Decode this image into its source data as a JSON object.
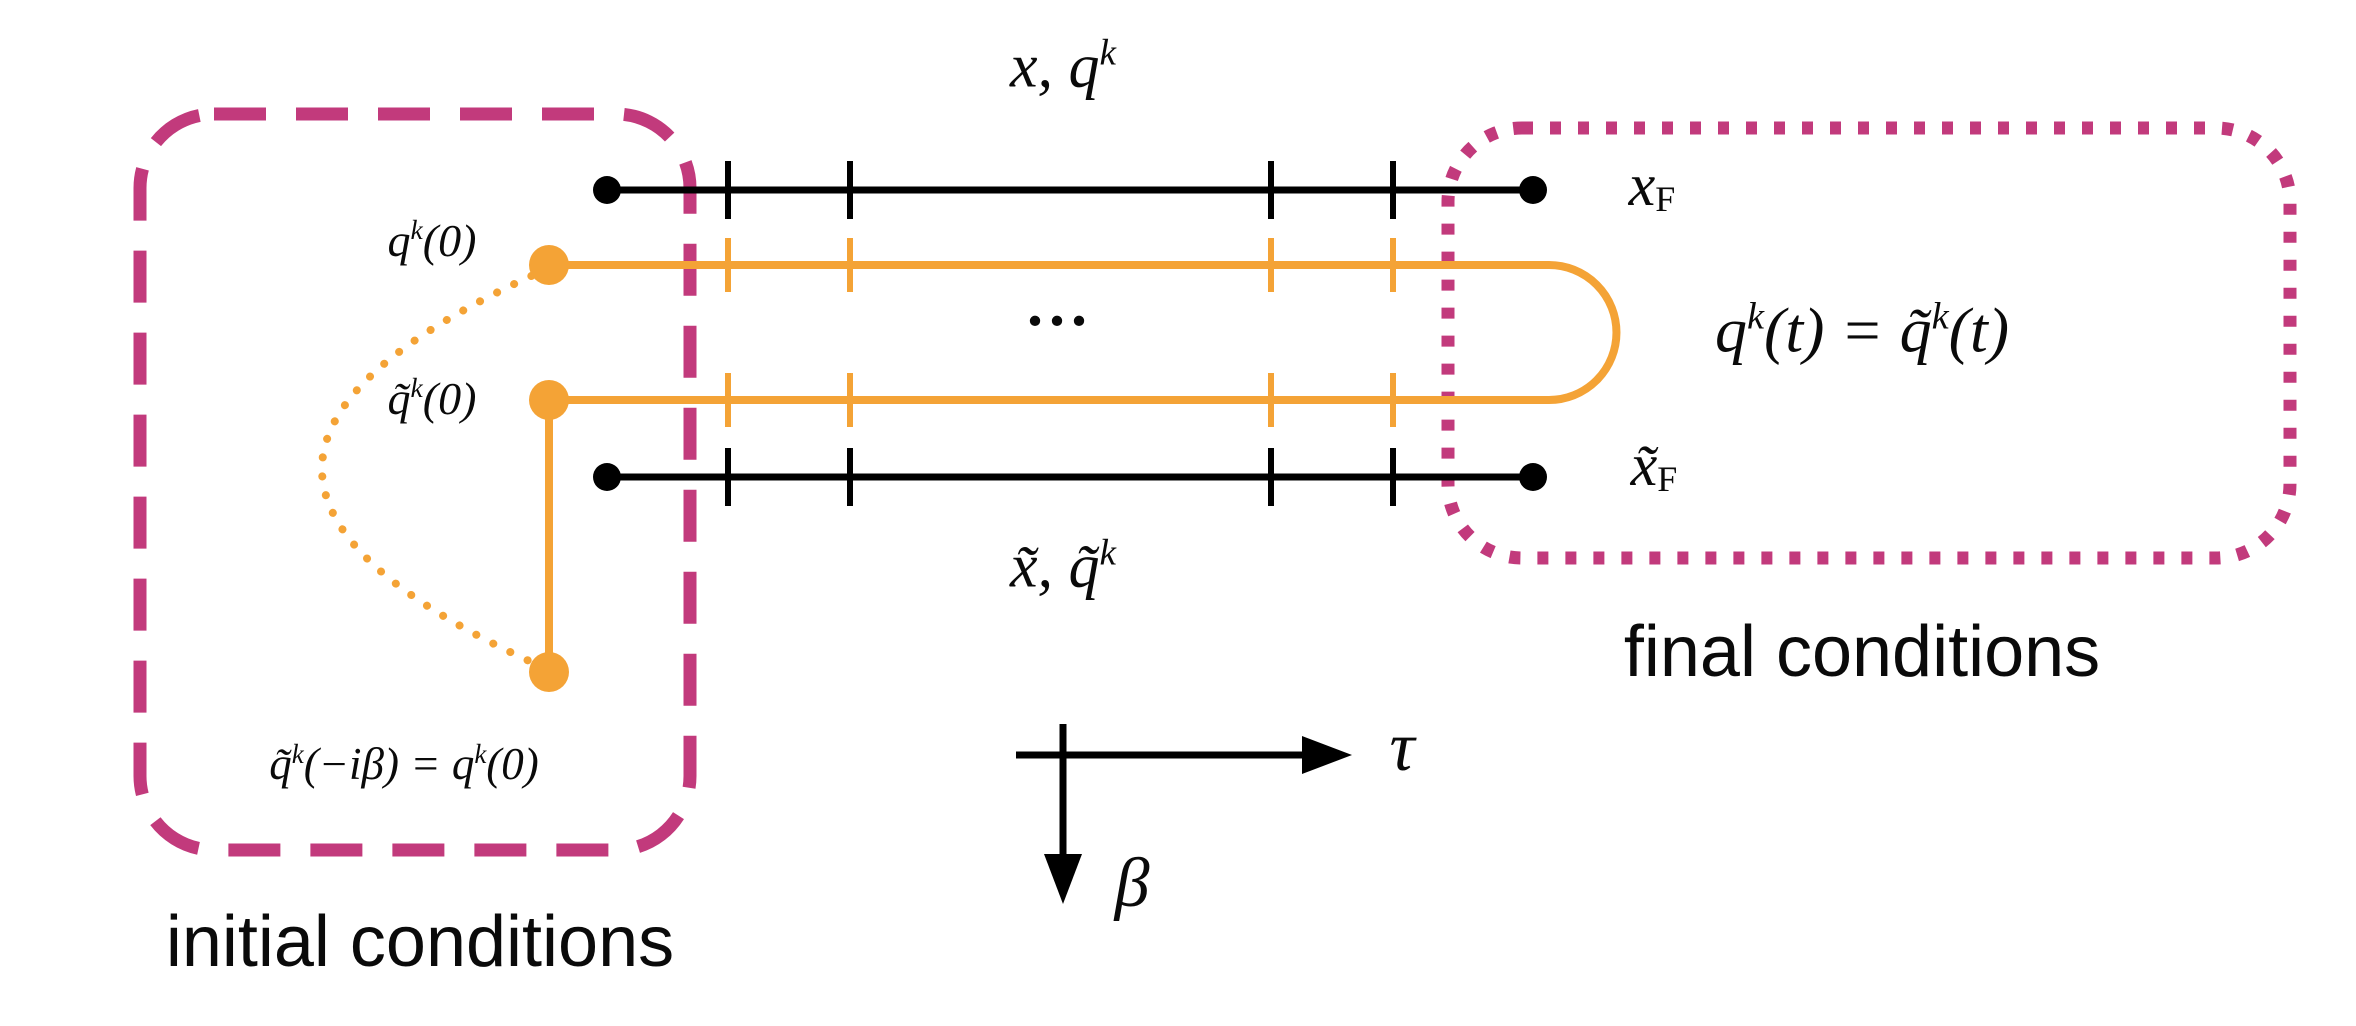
{
  "colors": {
    "magenta": "#c23a7c",
    "orange": "#f4a336",
    "line": "#000000"
  },
  "labels": {
    "top_axis": "x, q^{k}",
    "bottom_axis": "x̃, q̃^{k}",
    "x_final": "x_{F}",
    "x_tilde_final": "x̃_{F}",
    "q_initial": "q^{k}(0)",
    "q_tilde_initial": "q̃^{k}(0)",
    "final_equation": "q^{k}(t) = q̃^{k}(t)",
    "initial_equation": "q̃^{k}(−iβ) = q^{k}(0)",
    "ellipsis": "...",
    "tau_axis": "τ",
    "beta_axis": "β",
    "initial_conditions": "initial conditions",
    "final_conditions": "final conditions"
  }
}
